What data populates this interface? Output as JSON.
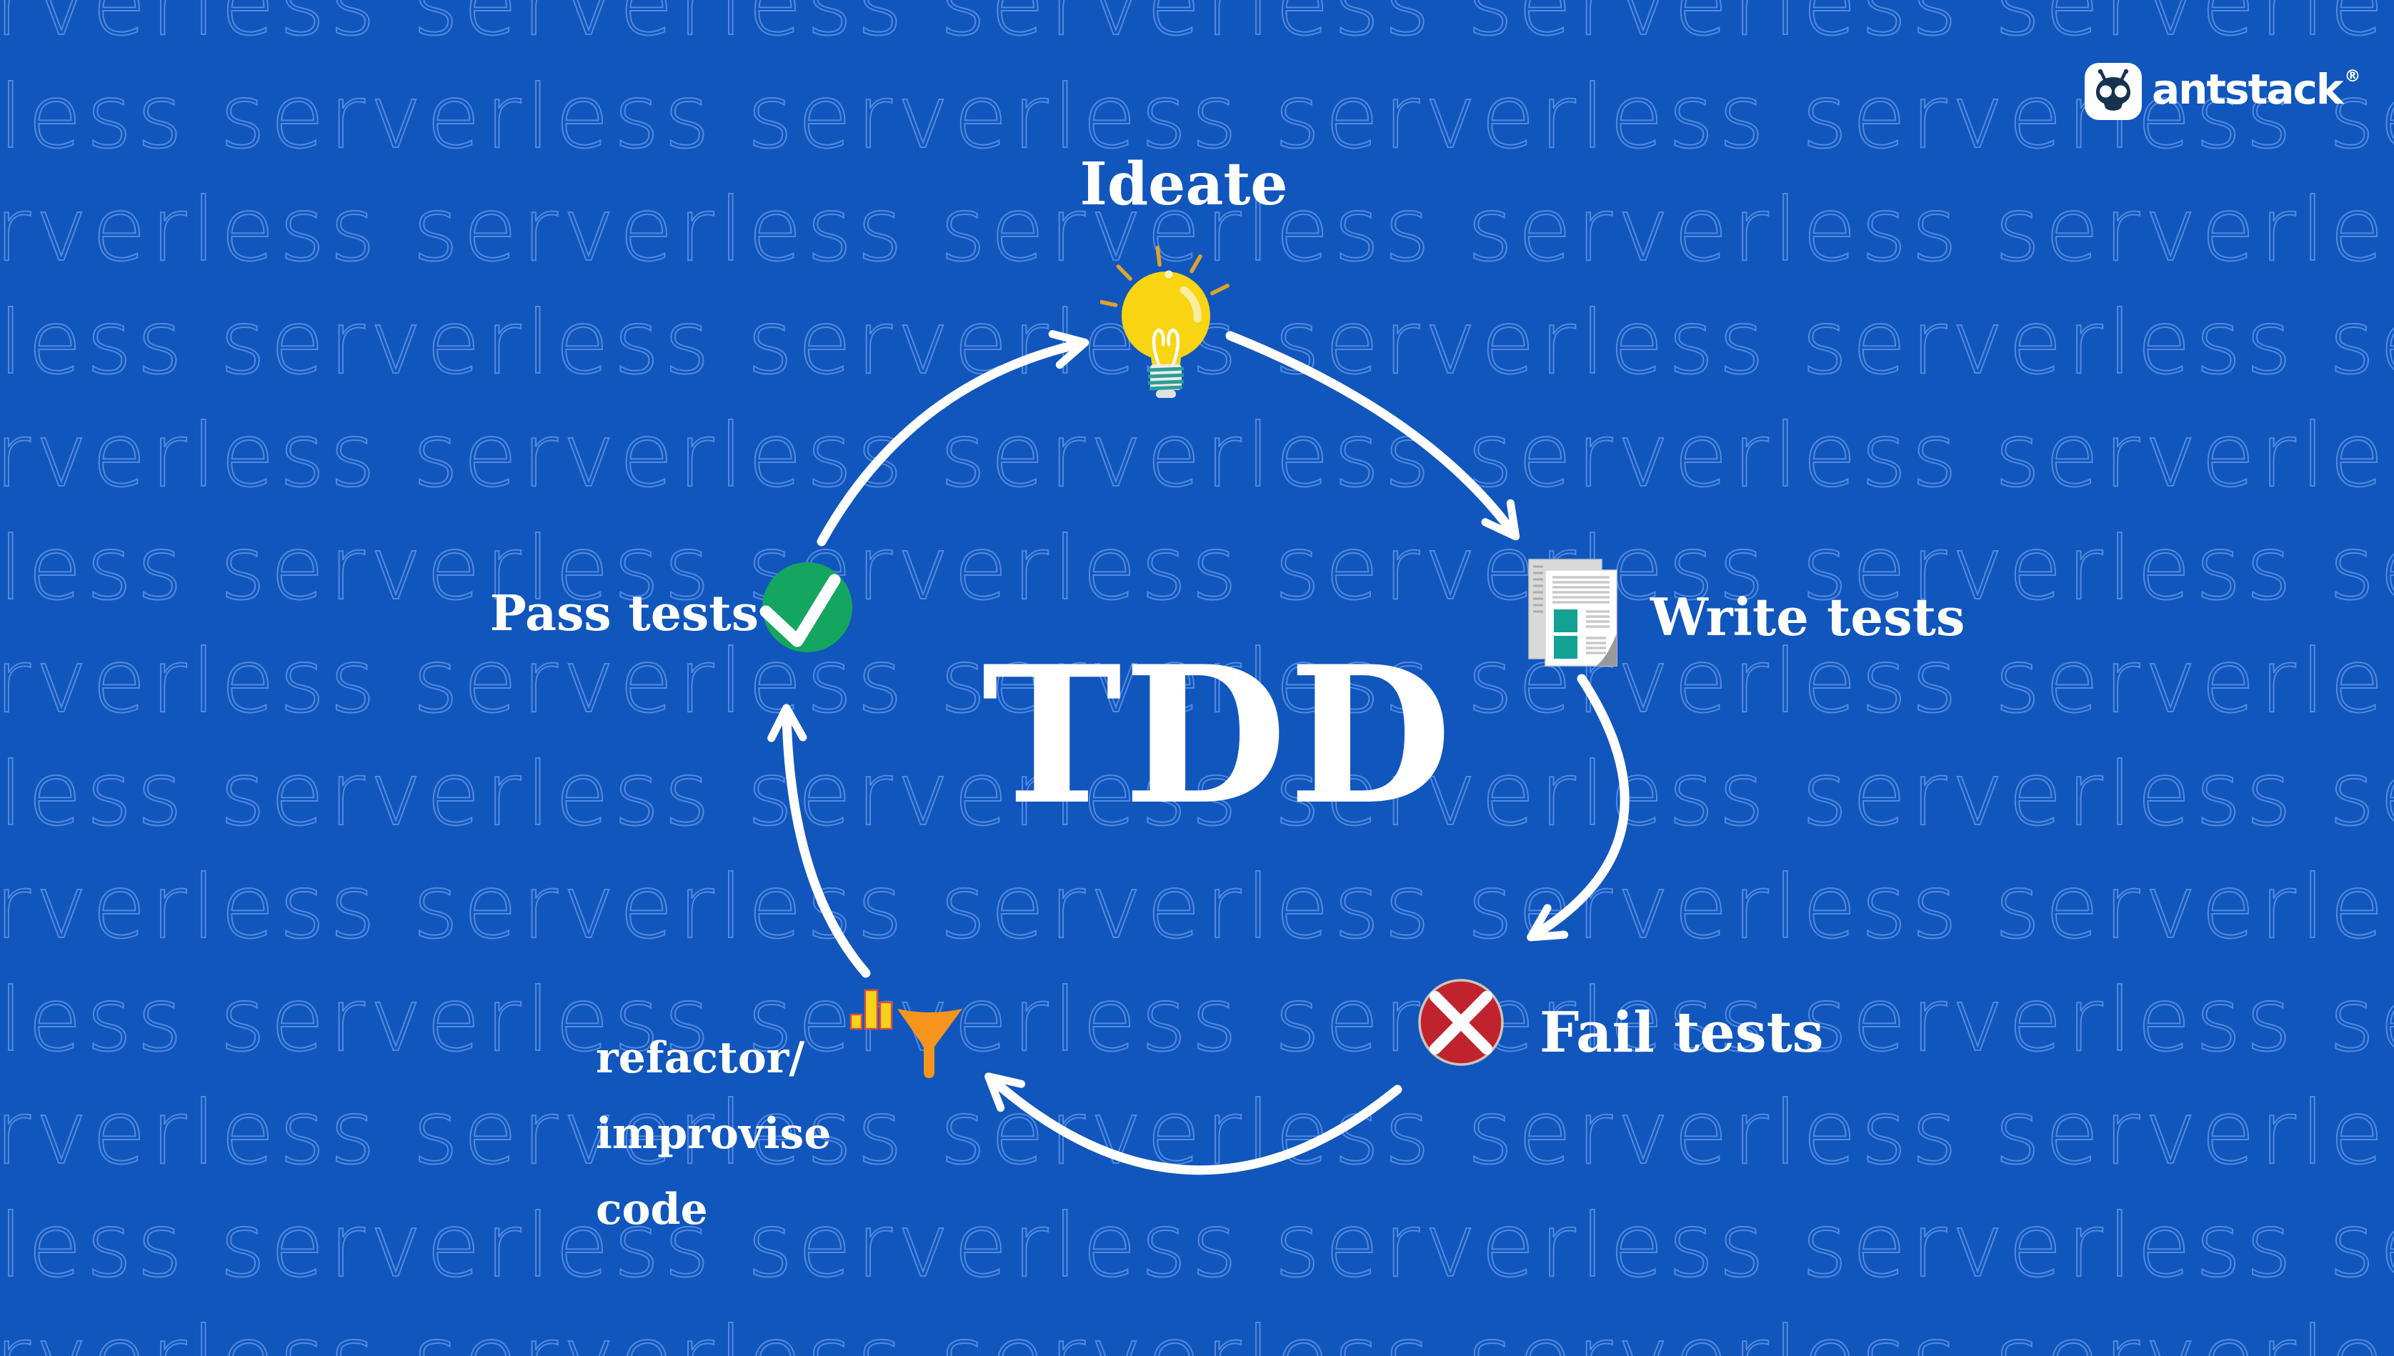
{
  "page_title": "TDD",
  "background": {
    "color": "#1156BD",
    "watermark_word": "serverless",
    "watermark_color": "#4C86DF"
  },
  "logo": {
    "brand": "antstack",
    "registered": "®",
    "icon": "ant-icon"
  },
  "center_title": "TDD",
  "diagram_type": "cycle",
  "nodes": [
    {
      "id": "ideate",
      "label": "Ideate",
      "icon": "lightbulb-icon"
    },
    {
      "id": "write-tests",
      "label": "Write tests",
      "icon": "test-document-icon"
    },
    {
      "id": "fail-tests",
      "label": "Fail tests",
      "icon": "cross-circle-icon"
    },
    {
      "id": "refactor",
      "label_lines": [
        "refactor/",
        "improvise",
        "code"
      ],
      "icon": "funnel-chart-icon"
    },
    {
      "id": "pass-tests",
      "label": "Pass tests",
      "icon": "check-circle-icon"
    }
  ],
  "colors": {
    "background": "#1156BD",
    "watermark": "#4C86DF",
    "text_white": "#FFFFFF",
    "arrow_white": "#FFFFFF",
    "bulb_yellow": "#F8D412",
    "bulb_highlight": "#FBEC9E",
    "ray_gold": "#DDA32A",
    "base_teal": "#2E9E94",
    "doc_gray": "#D9D9D9",
    "doc_line_gray": "#C9C9C9",
    "doc_teal": "#12A193",
    "fold_gray": "#999999",
    "check_green": "#14A660",
    "cross_red": "#C0232E",
    "cross_border": "#CDC6B8",
    "funnel_orange": "#F7941B",
    "bar_yellow": "#F7D21A",
    "bar_outline": "#D94F3F",
    "ant_navy": "#16324F"
  }
}
